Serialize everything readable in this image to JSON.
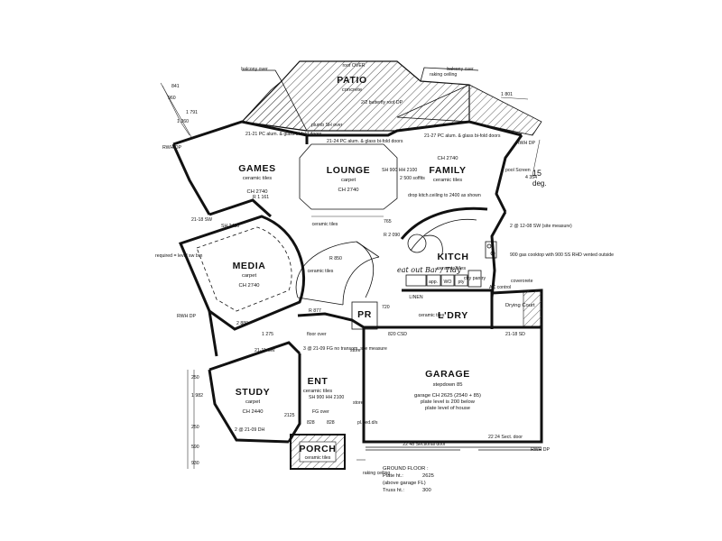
{
  "rooms": {
    "patio": {
      "name": "PATIO",
      "finish": "concrete"
    },
    "games": {
      "name": "GAMES",
      "finish": "ceramic tiles",
      "ch": "CH 2740"
    },
    "lounge": {
      "name": "LOUNGE",
      "finish": "carpet",
      "ch": "CH 2740"
    },
    "family": {
      "name": "FAMILY",
      "finish": "ceramic tiles",
      "ch": "CH 2740"
    },
    "media": {
      "name": "MEDIA",
      "finish": "carpet",
      "ch": "CH 2740"
    },
    "kitchen": {
      "name": "KITCH",
      "finish": "ceramic tiles"
    },
    "garage": {
      "name": "GARAGE",
      "finish": "stepdown 85",
      "note1": "garage CH 2625 (2540 + 85)",
      "note2": "plate level is 200 below",
      "note3": "plate level of house"
    },
    "study": {
      "name": "STUDY",
      "finish": "carpet",
      "ch": "CH 2440"
    },
    "entry": {
      "name": "ENT",
      "finish": "ceramic tiles"
    },
    "porch": {
      "name": "PORCH",
      "finish": "ceramic tiles"
    },
    "laundry": {
      "name": "L'DRY",
      "finish": "ceramic tiles"
    },
    "powder": {
      "name": "PR"
    }
  },
  "labels": {
    "balcony_left": "balcony over",
    "balcony_right": "balcony over",
    "roof_over": "roof OVER",
    "raking_ceiling": "raking ceiling",
    "raking_ceiling_porch": "raking ceiling",
    "plumb_sh": "plumb SH over",
    "butterfly": "2/2 butterfly roof DP",
    "games_doors": "21-21 PC alum. & glass bi-fold doors",
    "lounge_doors": "21-24 PC alum. & glass bi-fold doors",
    "family_doors": "21-27 PC alum. & glass bi-fold doors",
    "ceramic_tiles_hall": "ceramic tiles",
    "ceramic_tiles_stair": "ceramic tiles",
    "drop_kitch": "drop kitch.ceiling to 2400 as shown",
    "sill_2500": "2 500 soffits",
    "r_1161": "R 1 161",
    "r_2090": "R 2 090",
    "r_850": "R 850",
    "r_877": "R 877",
    "deg15": "15",
    "deg": "deg.",
    "pool_screen": "pool Screen",
    "sw_1208": "2 @ 12-08 SW (site measure)",
    "cooktop": "900 gas cooktop with 900 SS RHD vented outside",
    "coverorete": "coverorete",
    "drying_court": "Drying Court",
    "linen": "LINEN",
    "app": "app.",
    "wo": "WO",
    "pty": "pty",
    "pantry": "ctry pantry",
    "ac_control": "AC control",
    "csd": "820 CSD",
    "sd_2118": "21-18 SD",
    "floor_over": "floor over",
    "fg_2109": "3 @ 21-09 FG no transom. site measure",
    "sw_2111": "21-11 SW",
    "fg_over": "FG over",
    "dh_2109": "2 @ 21-09 DH",
    "store1": "store",
    "store2": "store",
    "pbed": "pl.bed.d/s",
    "door_2248": "22 48 Sectional door",
    "door_2224": "22 24 Sect. door",
    "required_level": "required = level sw brn",
    "rwh": "RWH DP",
    "rwh2": "RWH DP",
    "rwh3": "RWH DP",
    "rwh4": "RWH DP",
    "sh_900": "SH 900 HH 2100",
    "sh_900b": "SH 900 HH 2100",
    "sh_2450": "SH 2450",
    "sw_2118": "21-18 SW",
    "dim_765": "765",
    "dim_720": "720",
    "dim_2125": "2125",
    "dim_828": "828",
    "dim_828b": "828",
    "dim_1801": "1 801",
    "dim_1791": "1 791",
    "dim_4354": "4 354",
    "left_dims": [
      "841",
      "960",
      "1 260",
      "2 880",
      "1 275"
    ],
    "study_dims": [
      "250",
      "1 982",
      "250",
      "590",
      "930"
    ],
    "handwritten": "eat out Bar / Tidy",
    "ground_floor": "GROUND FLOOR :",
    "plate_ht": "Plate ht.:",
    "plate_val": "2625",
    "above_garage": "(above garage FL)",
    "truss_ht": "Truss ht.:",
    "truss_val": "300"
  }
}
